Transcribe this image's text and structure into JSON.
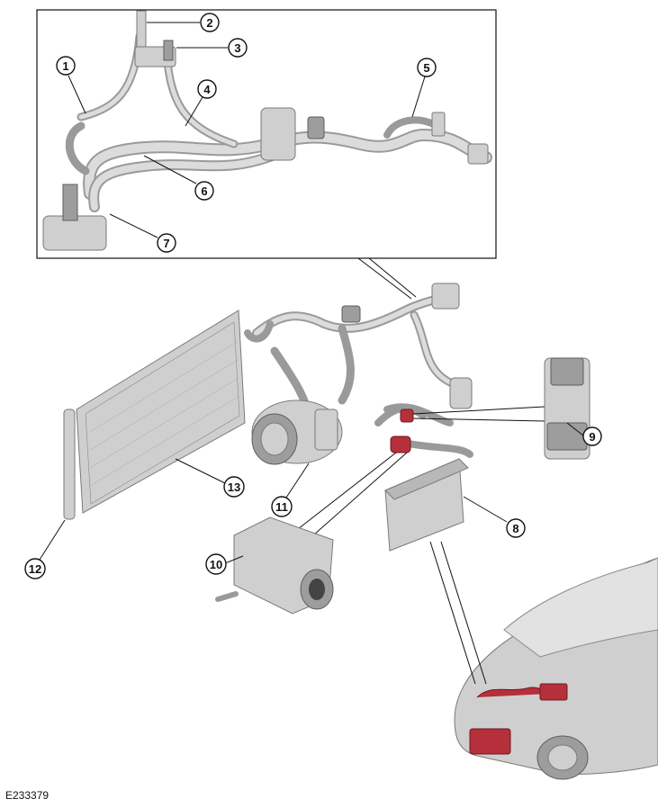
{
  "figure_id": "E233379",
  "callouts": [
    "1",
    "2",
    "3",
    "4",
    "5",
    "6",
    "7",
    "8",
    "9",
    "10",
    "11",
    "12",
    "13"
  ],
  "colors": {
    "highlight": "#b5303a",
    "part": "#cfcfcf",
    "line": "#111111"
  }
}
